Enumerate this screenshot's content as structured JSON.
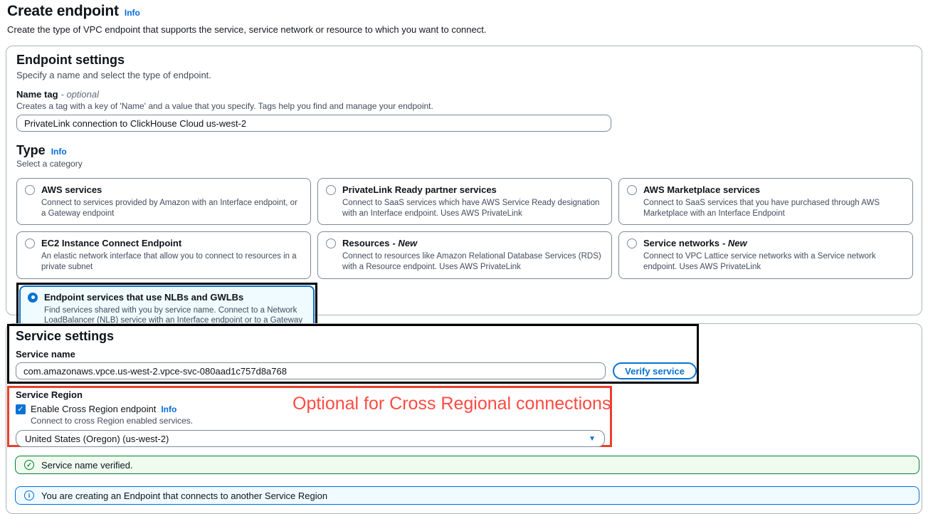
{
  "header": {
    "title": "Create endpoint",
    "info_label": "Info",
    "subtitle": "Create the type of VPC endpoint that supports the service, service network or resource to which you want to connect."
  },
  "endpoint_settings": {
    "title": "Endpoint settings",
    "description": "Specify a name and select the type of endpoint.",
    "name_tag": {
      "label": "Name tag",
      "optional_suffix": "- optional",
      "help": "Creates a tag with a key of 'Name' and a value that you specify. Tags help you find and manage your endpoint.",
      "value": "PrivateLink connection to ClickHouse Cloud us-west-2"
    },
    "type": {
      "title": "Type",
      "info_label": "Info",
      "description": "Select a category",
      "options": [
        {
          "label": "AWS services",
          "suffix": "",
          "description": "Connect to services provided by Amazon with an Interface endpoint, or a Gateway endpoint",
          "selected": false
        },
        {
          "label": "PrivateLink Ready partner services",
          "suffix": "",
          "description": "Connect to SaaS services which have AWS Service Ready designation with an Interface endpoint. Uses AWS PrivateLink",
          "selected": false
        },
        {
          "label": "AWS Marketplace services",
          "suffix": "",
          "description": "Connect to SaaS services that you have purchased through AWS Marketplace with an Interface Endpoint",
          "selected": false
        },
        {
          "label": "EC2 Instance Connect Endpoint",
          "suffix": "",
          "description": "An elastic network interface that allow you to connect to resources in a private subnet",
          "selected": false
        },
        {
          "label": "Resources",
          "suffix": "- New",
          "description": "Connect to resources like Amazon Relational Database Services (RDS) with a Resource endpoint. Uses AWS PrivateLink",
          "selected": false
        },
        {
          "label": "Service networks",
          "suffix": "- New",
          "description": "Connect to VPC Lattice service networks with a Service network endpoint. Uses AWS PrivateLink",
          "selected": false
        },
        {
          "label": "Endpoint services that use NLBs and GWLBs",
          "suffix": "",
          "description": "Find services shared with you by service name. Connect to a Network LoadBalancer (NLB) service with an Interface endpoint or to a Gateway LoadBalancer (GWLB) service with a Gateway Load Balancer endpoint",
          "selected": true
        }
      ]
    }
  },
  "service_settings": {
    "title": "Service settings",
    "service_name": {
      "label": "Service name",
      "value": "com.amazonaws.vpce.us-west-2.vpce-svc-080aad1c757d8a768"
    },
    "verify_button_label": "Verify service",
    "service_region": {
      "label": "Service Region",
      "checkbox_label": "Enable Cross Region endpoint",
      "info_label": "Info",
      "checkbox_checked": true,
      "checkbox_help": "Connect to cross Region enabled services.",
      "selected_region": "United States (Oregon) (us-west-2)"
    },
    "annotation_note": "Optional for Cross Regional connections",
    "success_message": "Service name verified.",
    "info_message": "You are creating an Endpoint that connects to another Service Region"
  },
  "icons": {
    "checkmark": "✓",
    "info_letter": "i",
    "dropdown_caret": "▼"
  },
  "colors": {
    "accent_blue": "#0972d3",
    "link_blue": "#006ce0",
    "success_green": "#00802f",
    "annotation_red": "#e8402c",
    "annotation_text_red": "#fd4b42",
    "selected_card_bg": "#f0fbff",
    "annotation_black": "#000000"
  }
}
